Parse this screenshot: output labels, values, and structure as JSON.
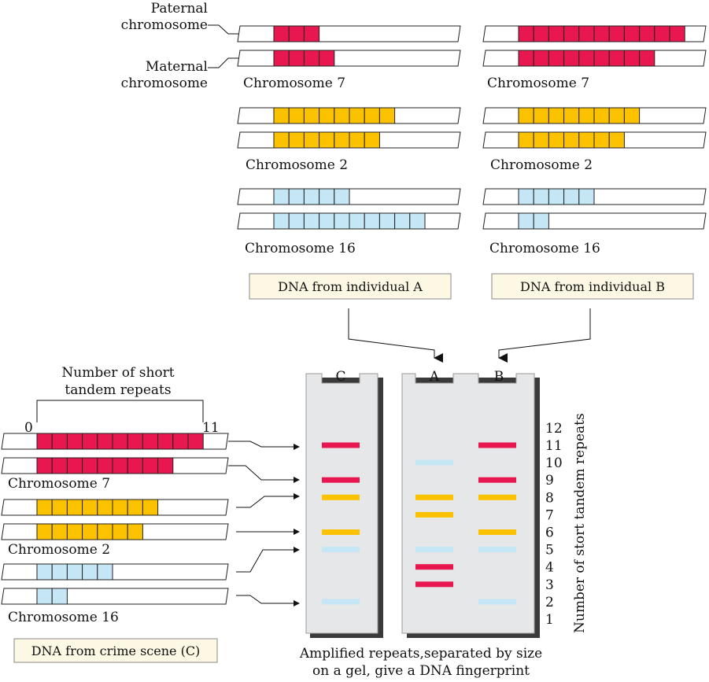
{
  "colors": {
    "chr7": "#e8174f",
    "chr2": "#fcc200",
    "chr16": "#c5e6f5",
    "gel": "#e6e7e8",
    "label_box": "#fdf8e4"
  },
  "top_labels": {
    "paternal": [
      "Paternal",
      "chromosome"
    ],
    "maternal": [
      "Maternal",
      "chromosome"
    ]
  },
  "individual_a": {
    "title": "DNA from individual A",
    "chromosomes": [
      {
        "name": "Chromosome 7",
        "color_key": "chr7",
        "paternal_repeats": 3,
        "maternal_repeats": 4
      },
      {
        "name": "Chromosome 2",
        "color_key": "chr2",
        "paternal_repeats": 8,
        "maternal_repeats": 7
      },
      {
        "name": "Chromosome 16",
        "color_key": "chr16",
        "paternal_repeats": 5,
        "maternal_repeats": 10
      }
    ]
  },
  "individual_b": {
    "title": "DNA from individual B",
    "chromosomes": [
      {
        "name": "Chromosome 7",
        "color_key": "chr7",
        "paternal_repeats": 11,
        "maternal_repeats": 9
      },
      {
        "name": "Chromosome 2",
        "color_key": "chr2",
        "paternal_repeats": 8,
        "maternal_repeats": 7
      },
      {
        "name": "Chromosome 16",
        "color_key": "chr16",
        "paternal_repeats": 5,
        "maternal_repeats": 2
      }
    ]
  },
  "crime_scene": {
    "title": "DNA from crime scene (C)",
    "ruler_label": [
      "Number of short",
      "tandem repeats"
    ],
    "ruler_start": "0",
    "ruler_end": "11",
    "chromosomes": [
      {
        "name": "Chromosome 7",
        "color_key": "chr7",
        "paternal_repeats": 11,
        "maternal_repeats": 9
      },
      {
        "name": "Chromosome 2",
        "color_key": "chr2",
        "paternal_repeats": 8,
        "maternal_repeats": 7
      },
      {
        "name": "Chromosome 16",
        "color_key": "chr16",
        "paternal_repeats": 5,
        "maternal_repeats": 2
      }
    ]
  },
  "gel": {
    "lane_labels": [
      "C",
      "A",
      "B"
    ],
    "scale": [
      "12",
      "11",
      "10",
      "9",
      "8",
      "7",
      "6",
      "5",
      "4",
      "3",
      "2",
      "1"
    ],
    "axis_title": "Number of stort tandem repeats",
    "lanes": {
      "C": [
        {
          "repeats": 11,
          "color_key": "chr7"
        },
        {
          "repeats": 9,
          "color_key": "chr7"
        },
        {
          "repeats": 8,
          "color_key": "chr2"
        },
        {
          "repeats": 6,
          "color_key": "chr2"
        },
        {
          "repeats": 5,
          "color_key": "chr16"
        },
        {
          "repeats": 2,
          "color_key": "chr16"
        }
      ],
      "A": [
        {
          "repeats": 10,
          "color_key": "chr16"
        },
        {
          "repeats": 8,
          "color_key": "chr2"
        },
        {
          "repeats": 7,
          "color_key": "chr2"
        },
        {
          "repeats": 5,
          "color_key": "chr16"
        },
        {
          "repeats": 4,
          "color_key": "chr7"
        },
        {
          "repeats": 3,
          "color_key": "chr7"
        }
      ],
      "B": [
        {
          "repeats": 11,
          "color_key": "chr7"
        },
        {
          "repeats": 9,
          "color_key": "chr7"
        },
        {
          "repeats": 8,
          "color_key": "chr2"
        },
        {
          "repeats": 6,
          "color_key": "chr2"
        },
        {
          "repeats": 5,
          "color_key": "chr16"
        },
        {
          "repeats": 2,
          "color_key": "chr16"
        }
      ]
    }
  },
  "caption": [
    "Amplified repeats,separated by size",
    "on a gel, give a DNA fingerprint"
  ]
}
